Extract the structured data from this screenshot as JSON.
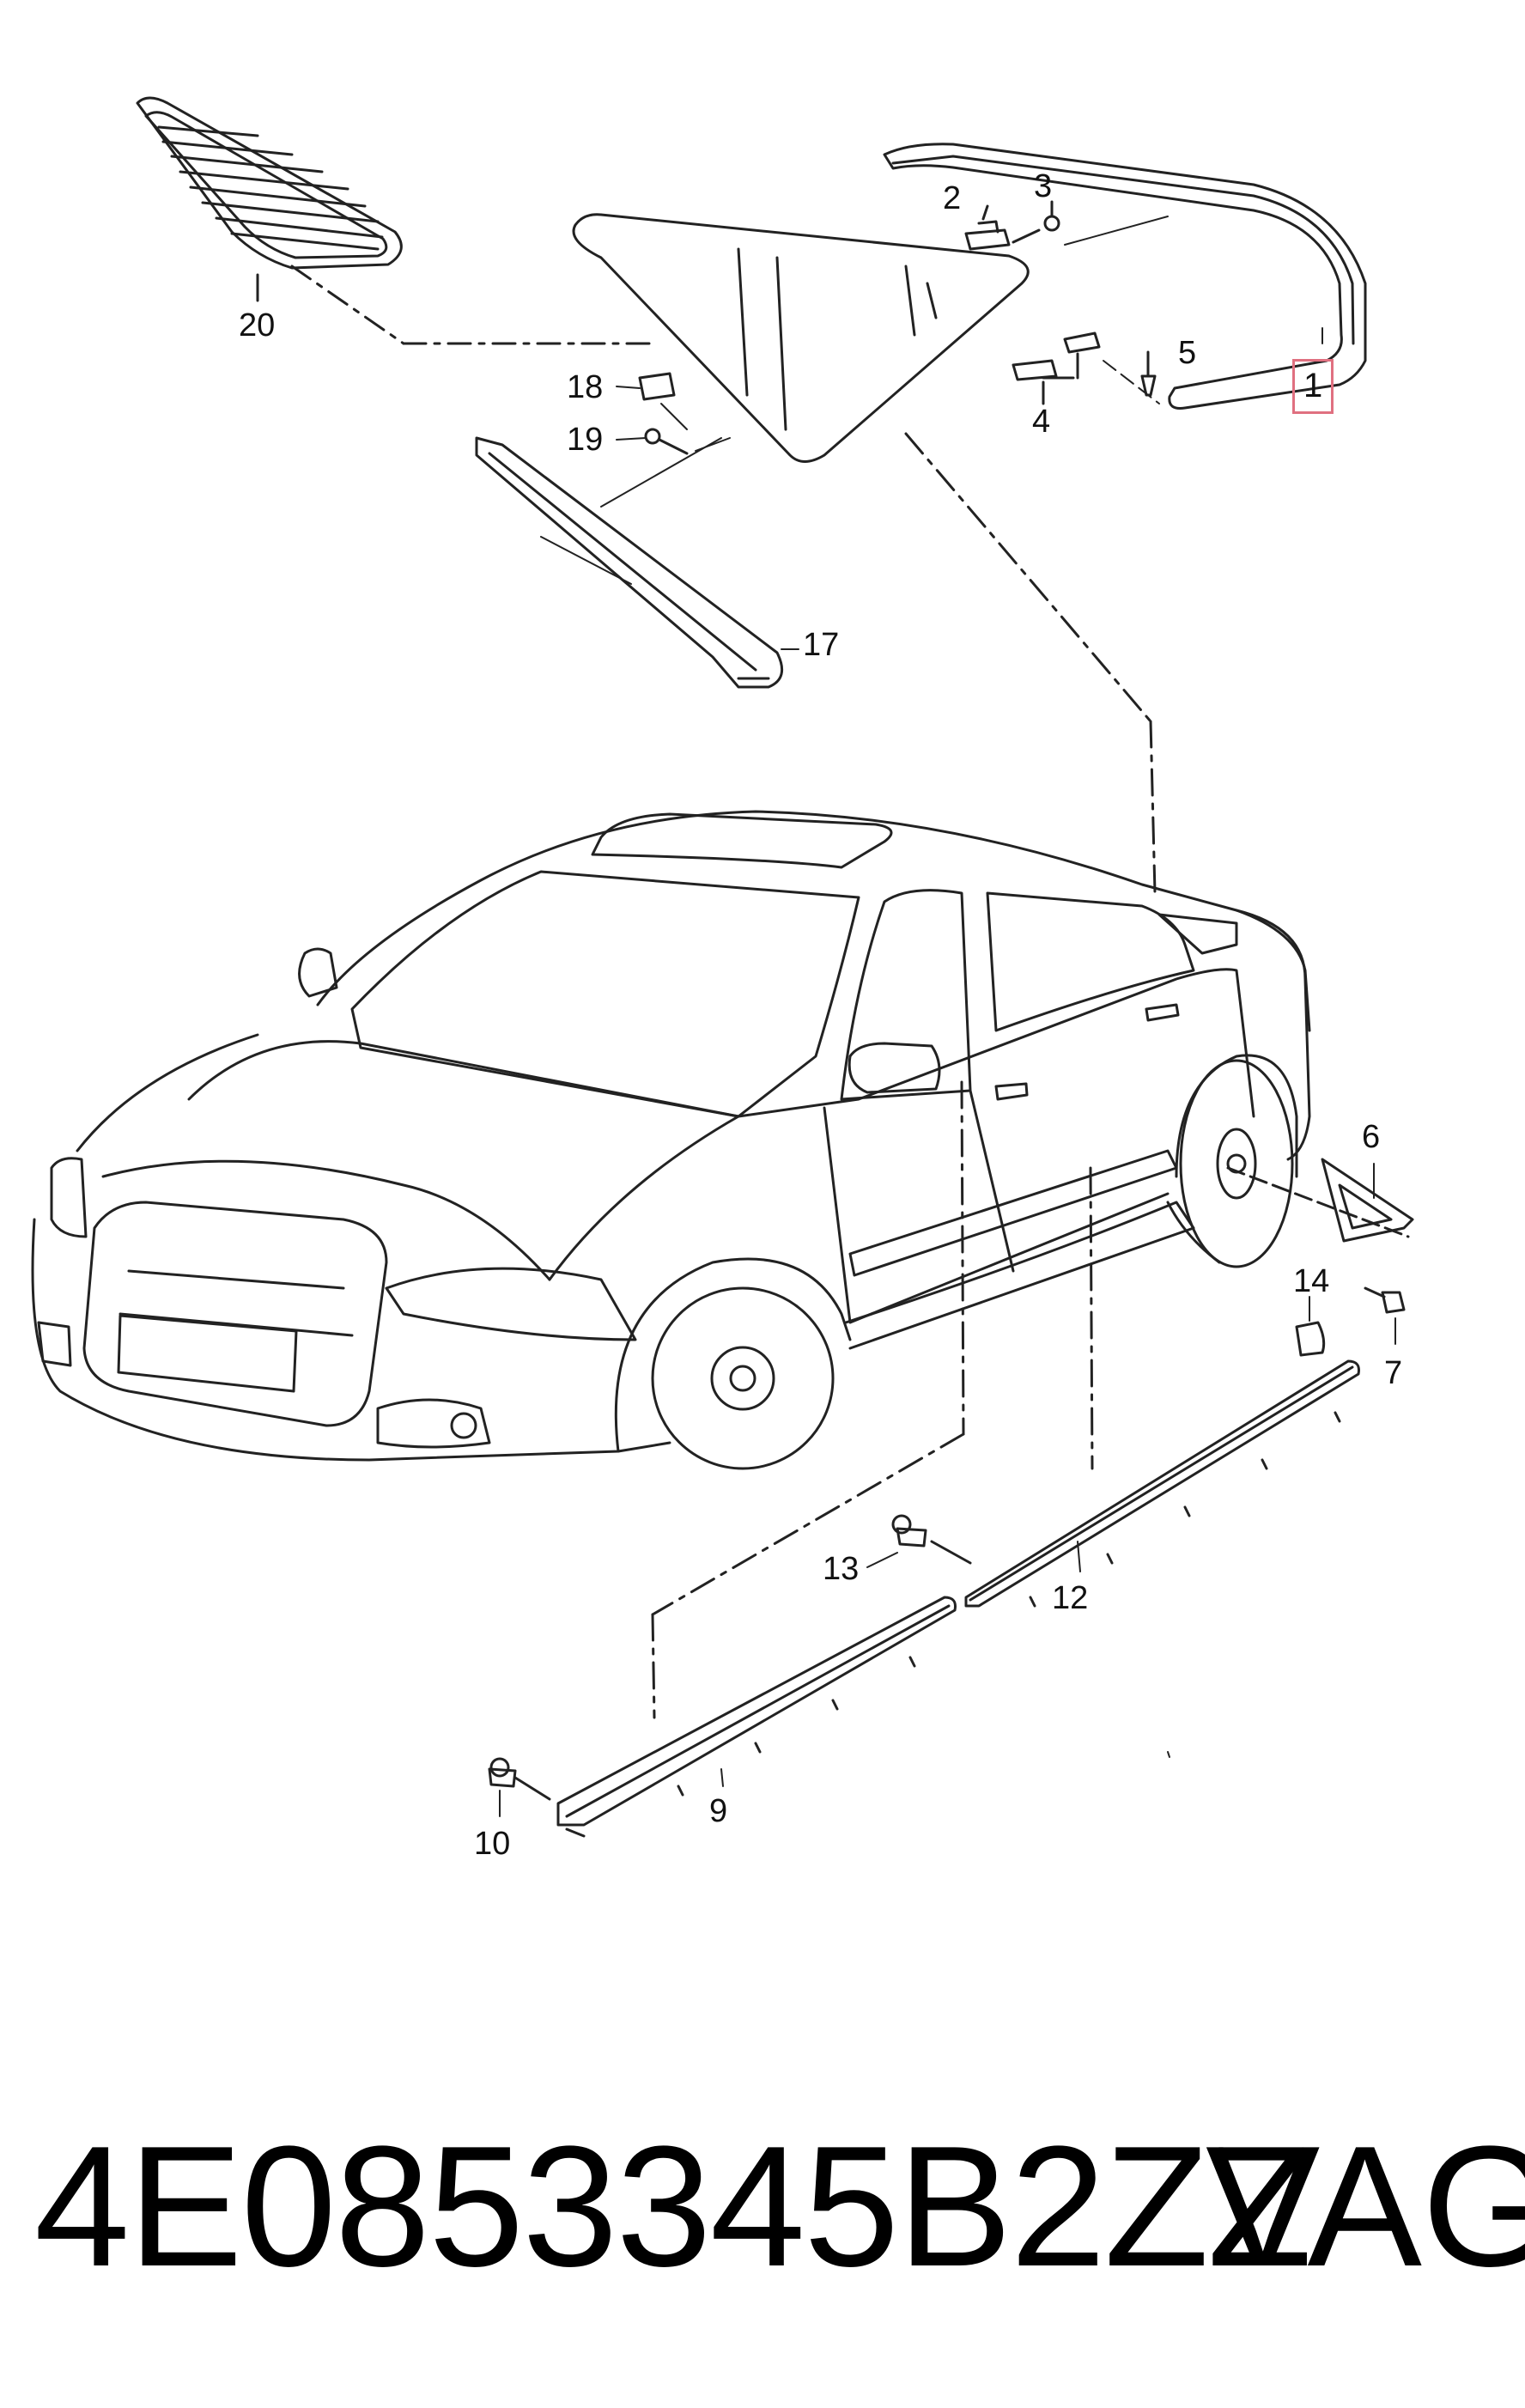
{
  "callouts": {
    "c1": "1",
    "c2": "2",
    "c3": "3",
    "c4": "4",
    "c5": "5",
    "c6": "6",
    "c7": "7",
    "c9": "9",
    "c10": "10",
    "c12": "12",
    "c13": "13",
    "c14": "14",
    "c17": "17",
    "c18": "18",
    "c19": "19",
    "c20": "20"
  },
  "footer": {
    "part_number": "4E0853345B2ZZ",
    "brand": "VAG"
  },
  "colors": {
    "line": "#222222",
    "highlight": "#e07080",
    "background": "#ffffff"
  }
}
